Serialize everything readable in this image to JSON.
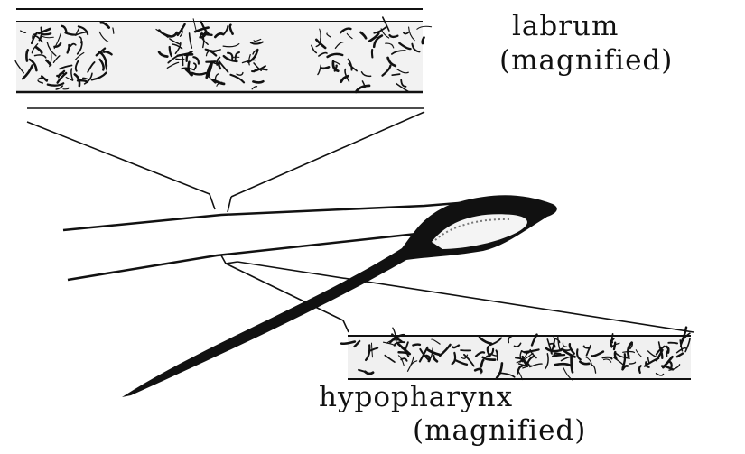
{
  "labels": {
    "labrum": [
      "labrum",
      "(magnified)"
    ],
    "hypopharynx": [
      "hypopharynx",
      "(magnified)"
    ]
  },
  "colors": {
    "ink": "#111111",
    "paper": "#ffffff"
  }
}
